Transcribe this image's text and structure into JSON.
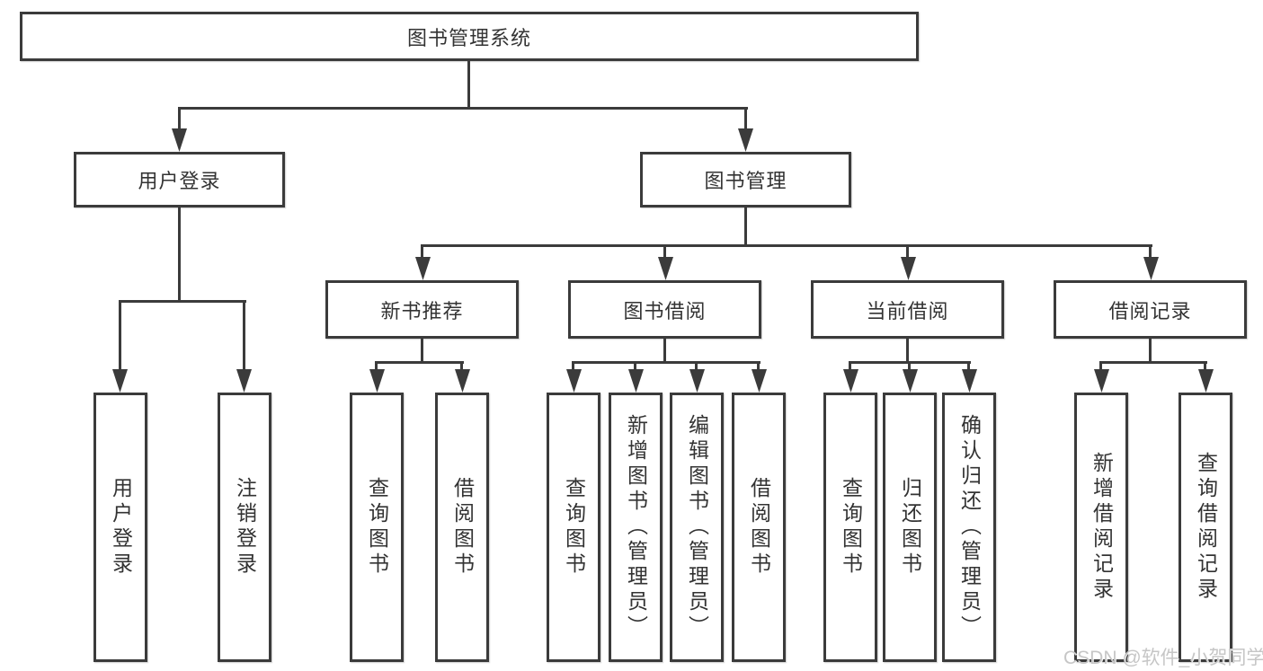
{
  "diagram_type": "hierarchy-tree",
  "tree": {
    "label": "图书管理系统",
    "children": [
      {
        "label": "用户登录",
        "children": [
          {
            "label": "用户登录"
          },
          {
            "label": "注销登录"
          }
        ]
      },
      {
        "label": "图书管理",
        "children": [
          {
            "label": "新书推荐",
            "children": [
              {
                "label": "查询图书"
              },
              {
                "label": "借阅图书"
              }
            ]
          },
          {
            "label": "图书借阅",
            "children": [
              {
                "label": "查询图书"
              },
              {
                "label": "新增图书（管理员）"
              },
              {
                "label": "编辑图书（管理员）"
              },
              {
                "label": "借阅图书"
              }
            ]
          },
          {
            "label": "当前借阅",
            "children": [
              {
                "label": "查询图书"
              },
              {
                "label": "归还图书"
              },
              {
                "label": "确认归还（管理员）"
              }
            ]
          },
          {
            "label": "借阅记录",
            "children": [
              {
                "label": "新增借阅记录"
              },
              {
                "label": "查询借阅记录"
              }
            ]
          }
        ]
      }
    ]
  },
  "watermark": {
    "text": "CSDN @软件_小贺同学"
  },
  "colors": {
    "line": "#3b3b3b",
    "text": "#333333",
    "background": "#ffffff",
    "watermark": "#c6c6c6"
  }
}
